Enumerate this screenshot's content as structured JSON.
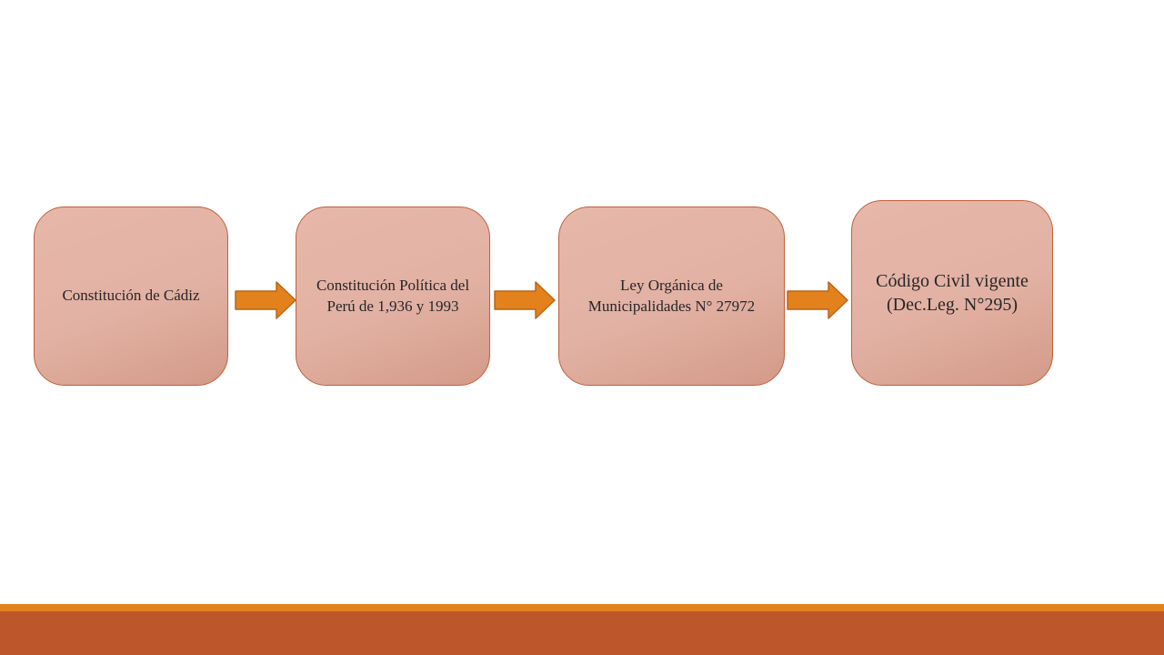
{
  "diagram": {
    "nodes": [
      {
        "label": "Constitución de Cádiz"
      },
      {
        "label": "Constitución Política del Perú de 1,936 y 1993"
      },
      {
        "label": "Ley Orgánica de Municipalidades N° 27972"
      },
      {
        "label": "Código Civil vigente (Dec.Leg. N°295)"
      }
    ],
    "edges": [
      {
        "from": 0,
        "to": 1
      },
      {
        "from": 1,
        "to": 2
      },
      {
        "from": 2,
        "to": 3
      }
    ]
  },
  "colors": {
    "box_fill": "#e2b1a3",
    "box_border": "#c0603a",
    "arrow_fill": "#e3821c",
    "arrow_stroke": "#b8651a",
    "accent_bar_light": "#e3821c",
    "accent_bar_dark": "#bd572b"
  }
}
